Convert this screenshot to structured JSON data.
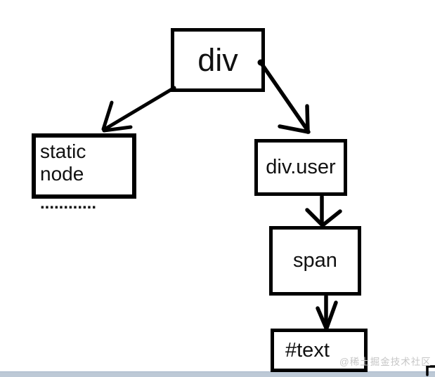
{
  "diagram": {
    "nodes": {
      "div": {
        "label": "div"
      },
      "static_node": {
        "label": "static node",
        "dots": "............"
      },
      "div_user": {
        "label": "div.user"
      },
      "span": {
        "label": "span"
      },
      "text_node": {
        "label": "#text"
      }
    },
    "edges": [
      {
        "from": "div",
        "to": "static_node"
      },
      {
        "from": "div",
        "to": "div_user"
      },
      {
        "from": "div_user",
        "to": "span"
      },
      {
        "from": "span",
        "to": "text_node"
      }
    ]
  },
  "watermark": {
    "label": "@稀土掘金技术社区"
  },
  "colors": {
    "background": "#ffffff",
    "line": "#000000",
    "watermark": "#c6c6c6",
    "scrollbar_fill": "#bdc9d6",
    "scrollbar_top_edge": "#a6b7ca"
  }
}
